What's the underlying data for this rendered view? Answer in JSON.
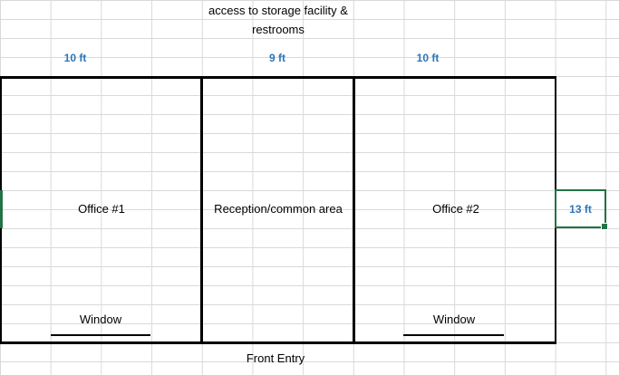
{
  "sheet": {
    "gridline_color": "#d9d9d9",
    "wall_color": "#000000"
  },
  "annotation_top": {
    "line1": "access to storage facility &",
    "line2": "restrooms"
  },
  "dimensions": {
    "color": "#2e75b6",
    "office1_width": "10 ft",
    "reception_width": "9 ft",
    "office2_width": "10 ft",
    "height": "13 ft"
  },
  "rooms": {
    "office1": "Office #1",
    "reception": "Reception/common area",
    "office2": "Office #2"
  },
  "features": {
    "window_left": "Window",
    "window_right": "Window",
    "front_entry": "Front Entry"
  },
  "selection": {
    "color": "#217346",
    "active_cell_value": "13 ft"
  }
}
